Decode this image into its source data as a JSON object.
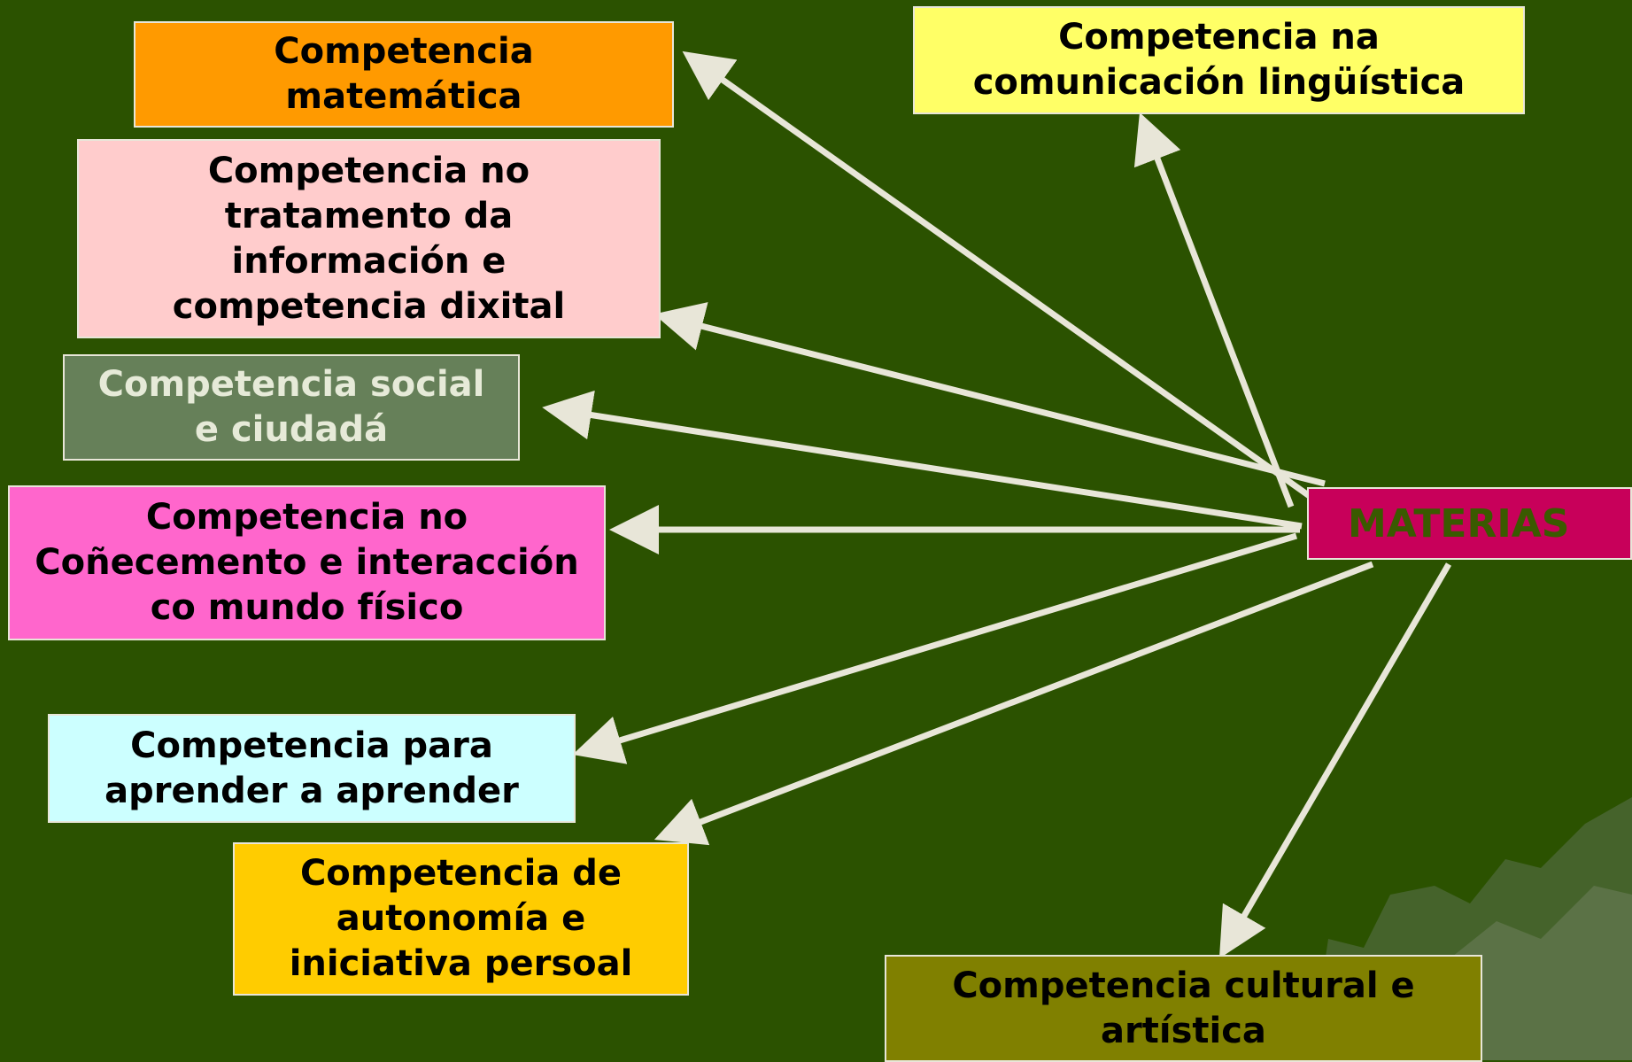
{
  "center": {
    "label": "MATERIAS",
    "bg": "#c8005a",
    "text_color": "#3a5a00"
  },
  "competencias": [
    {
      "id": "matematica",
      "lines": [
        "Competencia",
        "matemática"
      ],
      "bg": "#ff9a00",
      "text_color": "#000000"
    },
    {
      "id": "linguistica",
      "lines": [
        "Competencia na",
        "comunicación lingüística"
      ],
      "bg": "#ffff66",
      "text_color": "#000000"
    },
    {
      "id": "dixital",
      "lines": [
        "Competencia no",
        "tratamento da",
        "información e",
        "competencia dixital"
      ],
      "bg": "#ffcccc",
      "text_color": "#000000"
    },
    {
      "id": "social",
      "lines": [
        "Competencia social",
        "e ciudadá"
      ],
      "bg": "#668059",
      "text_color": "#e6ead8"
    },
    {
      "id": "mundo",
      "lines": [
        "Competencia no",
        "Coñecemento e interacción",
        "co mundo físico"
      ],
      "bg": "#ff66cc",
      "text_color": "#000000"
    },
    {
      "id": "aprender",
      "lines": [
        "Competencia para",
        "aprender a aprender"
      ],
      "bg": "#ccffff",
      "text_color": "#000000"
    },
    {
      "id": "autonomia",
      "lines": [
        "Competencia de",
        "autonomía e",
        "iniciativa persoal"
      ],
      "bg": "#ffcc00",
      "text_color": "#000000"
    },
    {
      "id": "cultural",
      "lines": [
        "Competencia cultural e",
        "artística"
      ],
      "bg": "#808000",
      "text_color": "#000000"
    }
  ],
  "colors": {
    "background": "#2b5200",
    "arrow": "#e8e6d8"
  }
}
